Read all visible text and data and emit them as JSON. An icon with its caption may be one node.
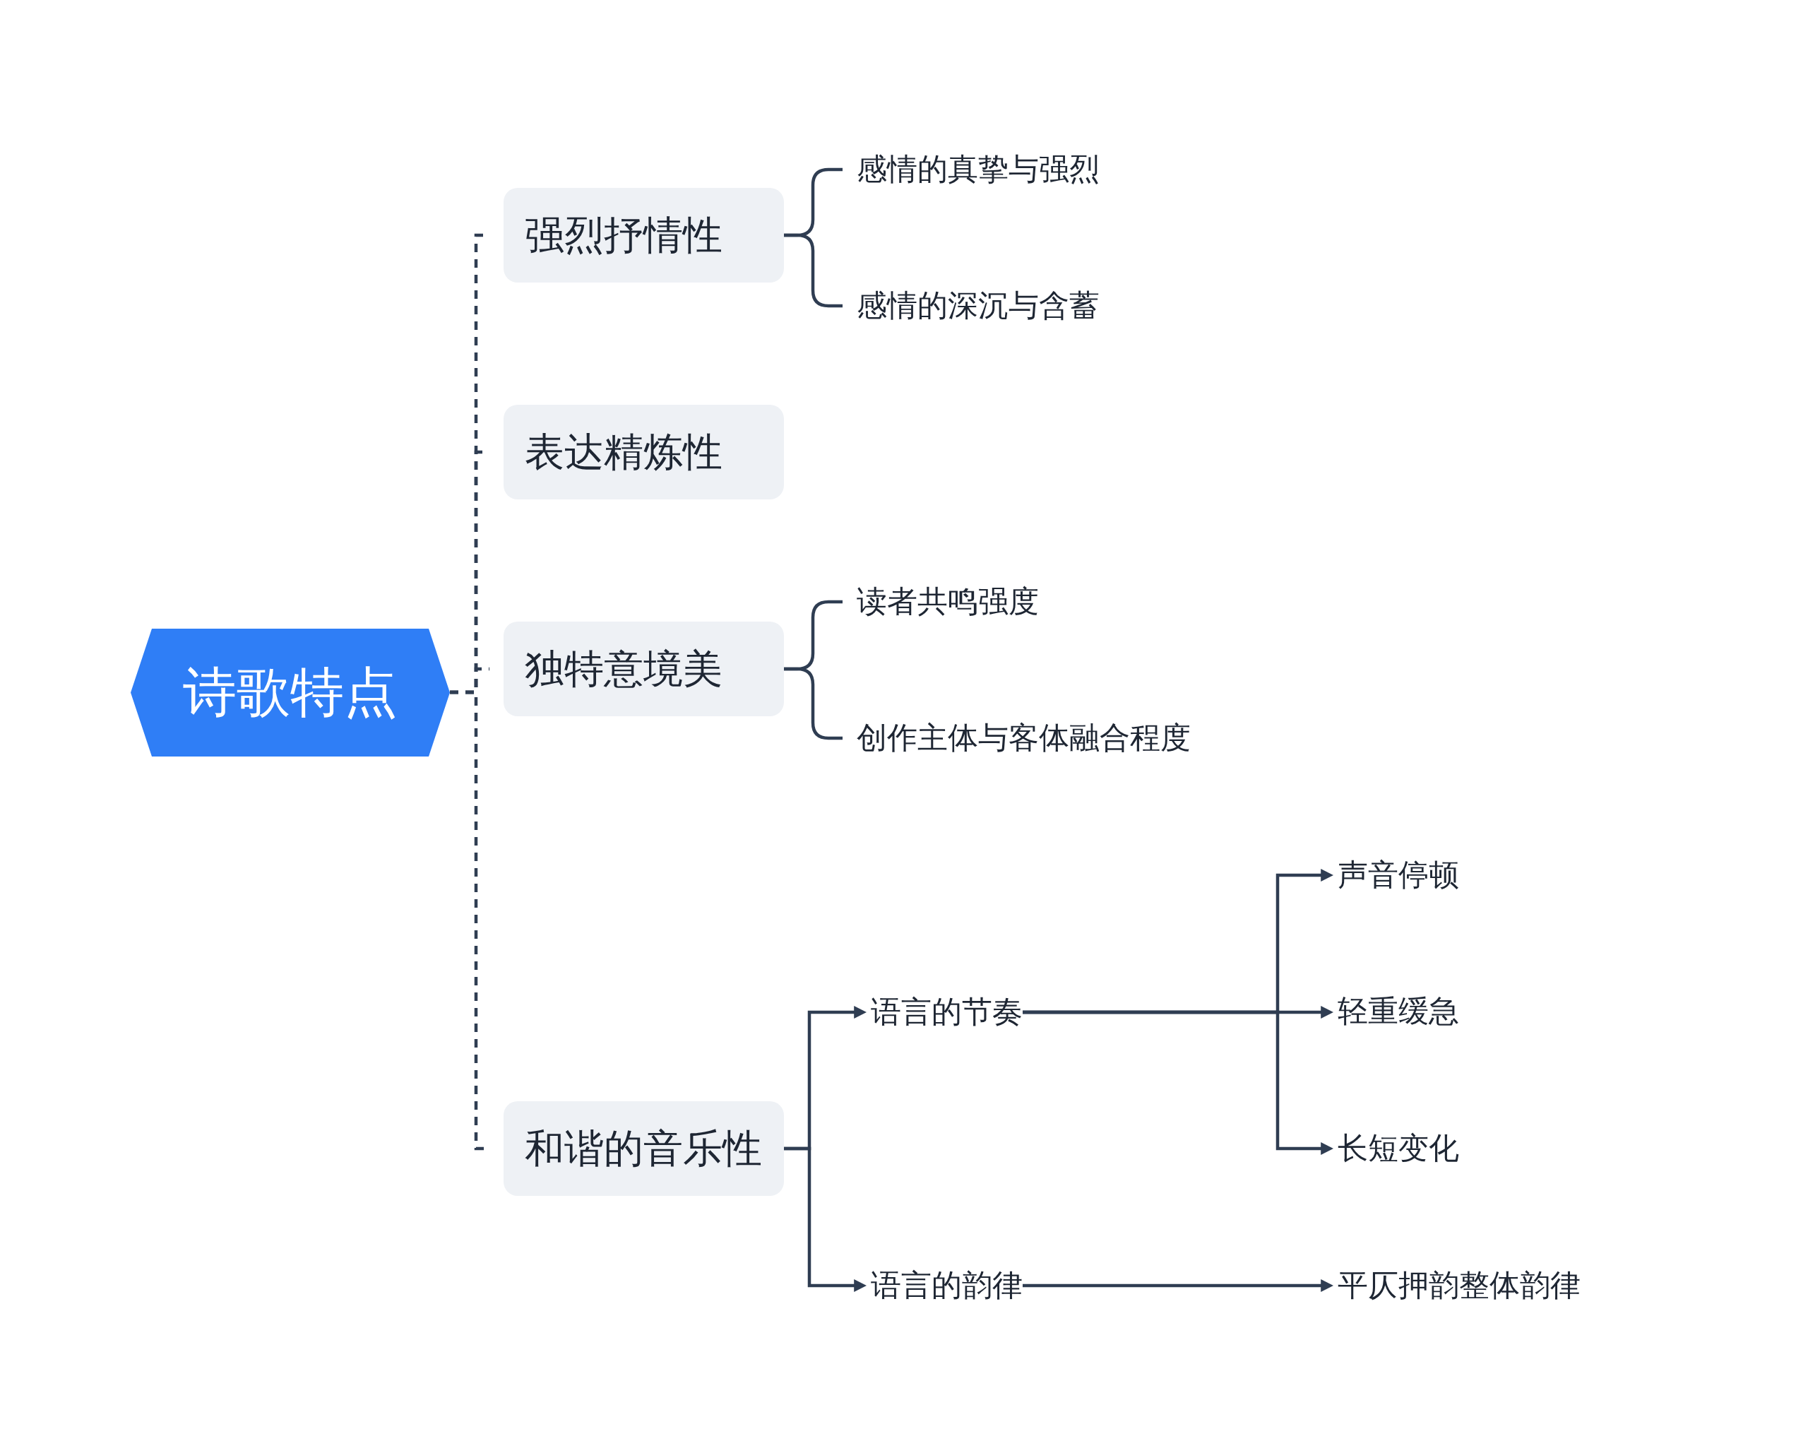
{
  "diagram": {
    "nodes": [
      {
        "text": [
          "诗歌特点"
        ]
      },
      {
        "text": [
          "强烈抒情性"
        ]
      },
      {
        "text": [
          "表达精炼性"
        ]
      },
      {
        "text": [
          "独特意境美"
        ]
      },
      {
        "text": [
          "和谐的音乐性"
        ]
      },
      {
        "text": [
          "感情的真挚与强烈"
        ]
      },
      {
        "text": [
          "感情的深沉与含蓄"
        ]
      },
      {
        "text": [
          "读者共鸣强度"
        ]
      },
      {
        "text": [
          "创作主体与客体融合程度"
        ]
      },
      {
        "text": [
          "语言的节奏"
        ]
      },
      {
        "text": [
          "语言的韵律"
        ]
      },
      {
        "text": [
          "声音停顿"
        ]
      },
      {
        "text": [
          "轻重缓急"
        ]
      },
      {
        "text": [
          "长短变化"
        ]
      },
      {
        "text": [
          "平仄押韵整体韵律"
        ]
      }
    ],
    "edges": [
      {
        "from": 0,
        "to": 1,
        "arrow": "none",
        "style": "dashed"
      },
      {
        "from": 0,
        "to": 2,
        "arrow": "none",
        "style": "dashed"
      },
      {
        "from": 0,
        "to": 3,
        "arrow": "none",
        "style": "dashed"
      },
      {
        "from": 0,
        "to": 4,
        "arrow": "none",
        "style": "dashed"
      },
      {
        "from": 1,
        "to": 5,
        "arrow": "none"
      },
      {
        "from": 1,
        "to": 6,
        "arrow": "none"
      },
      {
        "from": 3,
        "to": 7,
        "arrow": "none"
      },
      {
        "from": 3,
        "to": 8,
        "arrow": "none"
      },
      {
        "from": 4,
        "to": 9,
        "arrow": "to"
      },
      {
        "from": 4,
        "to": 10,
        "arrow": "to"
      },
      {
        "from": 9,
        "to": 11,
        "arrow": "to"
      },
      {
        "from": 9,
        "to": 12,
        "arrow": "to"
      },
      {
        "from": 9,
        "to": 13,
        "arrow": "to"
      },
      {
        "from": 10,
        "to": 14,
        "arrow": "to"
      }
    ]
  }
}
